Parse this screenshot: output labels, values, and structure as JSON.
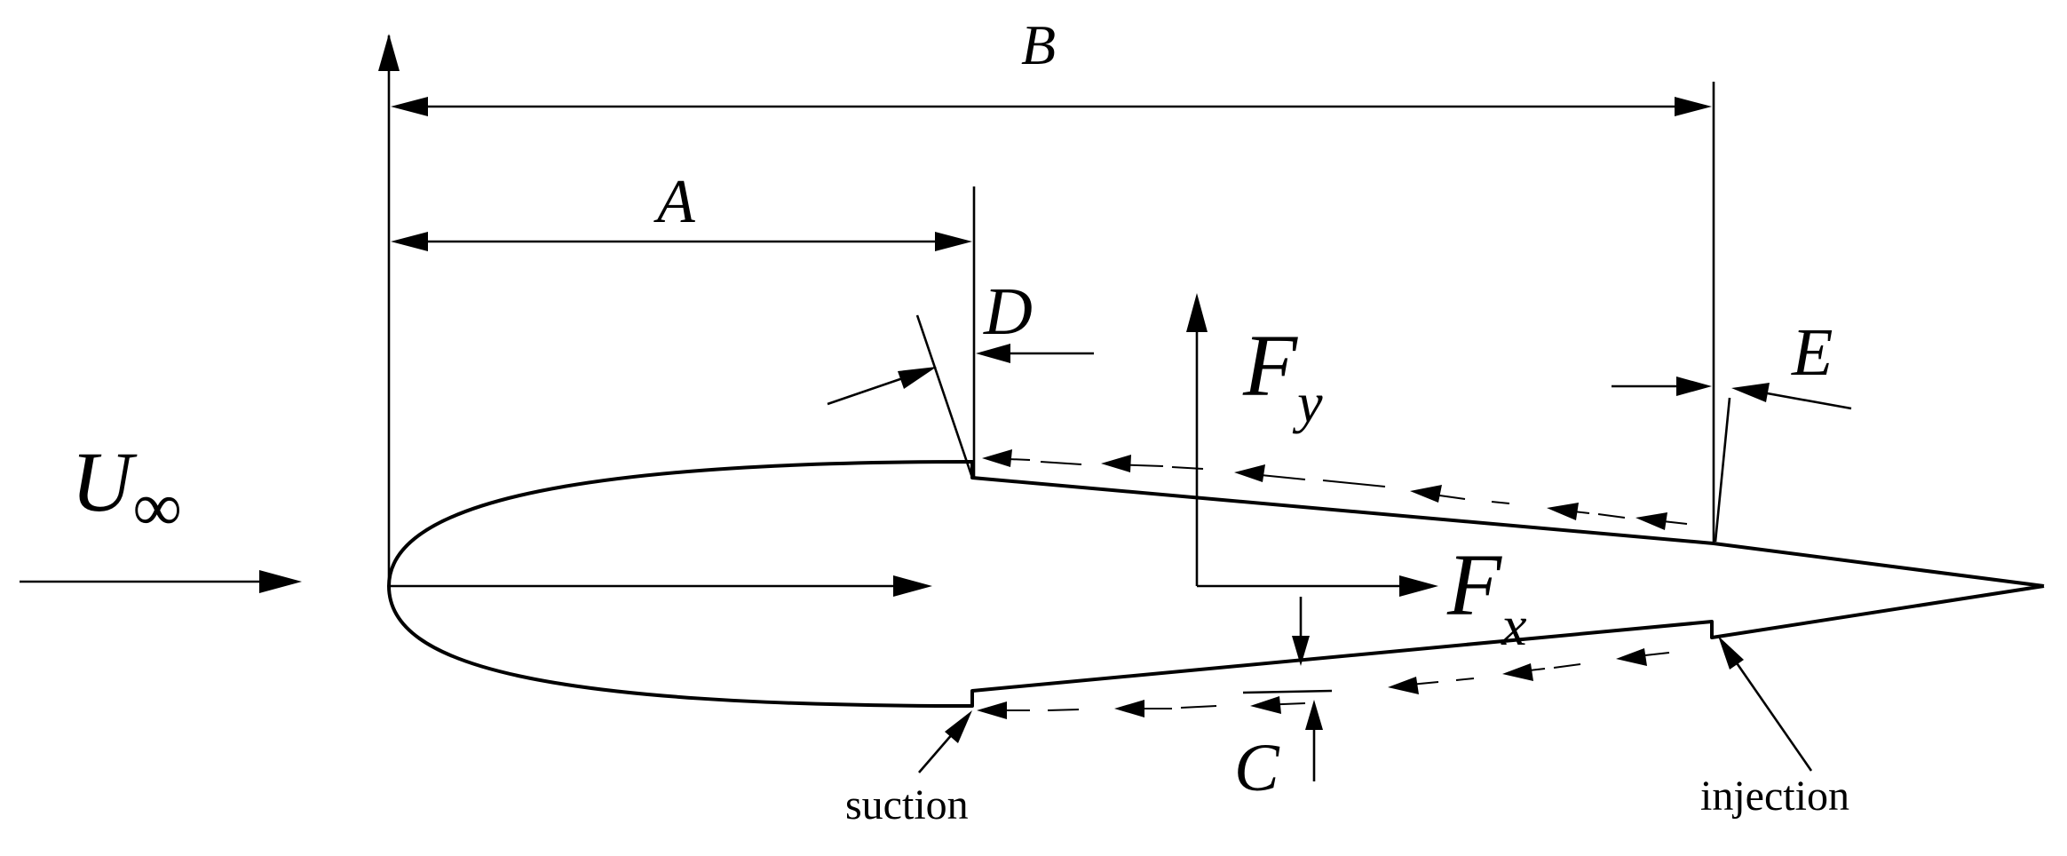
{
  "labels": {
    "B": "B",
    "A": "A",
    "D": "D",
    "E": "E",
    "C": "C",
    "U": "U",
    "U_sub": "∞",
    "Fy": "F",
    "Fy_sub": "y",
    "Fx": "F",
    "Fx_sub": "x",
    "suction": "suction",
    "injection": "injection"
  }
}
